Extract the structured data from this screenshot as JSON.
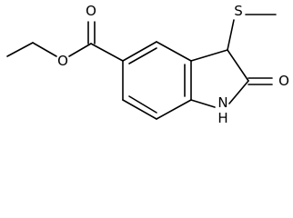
{
  "molecule": {
    "atoms": {
      "ester_carbonyl_oxygen": "O",
      "ester_ether_oxygen": "O",
      "thioether_sulfur": "S",
      "lactam_oxygen": "O",
      "lactam_nitrogen": "N",
      "lactam_hydrogen": "H"
    }
  }
}
